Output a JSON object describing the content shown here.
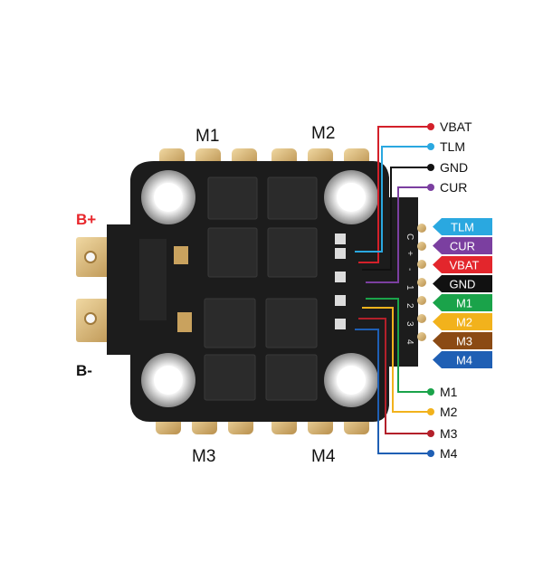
{
  "motor_labels": {
    "m1": "M1",
    "m2": "M2",
    "m3": "M3",
    "m4": "M4"
  },
  "battery": {
    "positive": {
      "label": "B+",
      "color": "#e8262b"
    },
    "negative": {
      "label": "B-",
      "color": "#111111"
    }
  },
  "pad_labels": [
    "C",
    "+",
    "-",
    "1",
    "2",
    "3",
    "4"
  ],
  "top_wires": [
    {
      "label": "VBAT",
      "color": "#d3202a"
    },
    {
      "label": "TLM",
      "color": "#2aa8e0"
    },
    {
      "label": "GND",
      "color": "#111111"
    },
    {
      "label": "CUR",
      "color": "#7b3fa0"
    }
  ],
  "connector_tags": [
    {
      "label": "TLM",
      "color": "#2aa8e0"
    },
    {
      "label": "CUR",
      "color": "#7b3fa0"
    },
    {
      "label": "VBAT",
      "color": "#e3262c"
    },
    {
      "label": "GND",
      "color": "#111111"
    },
    {
      "label": "M1",
      "color": "#1aa34a"
    },
    {
      "label": "M2",
      "color": "#f2b21c"
    },
    {
      "label": "M3",
      "color": "#8b4a14"
    },
    {
      "label": "M4",
      "color": "#1f5fb4"
    }
  ],
  "bottom_wires": [
    {
      "label": "M1",
      "color": "#1aa34a"
    },
    {
      "label": "M2",
      "color": "#f2b21c"
    },
    {
      "label": "M3",
      "color": "#b3202a"
    },
    {
      "label": "M4",
      "color": "#1f5fb4"
    }
  ],
  "colors": {
    "board": "#1c1c1c",
    "gold": "#d9b77a",
    "chip": "#2b2b2b"
  }
}
